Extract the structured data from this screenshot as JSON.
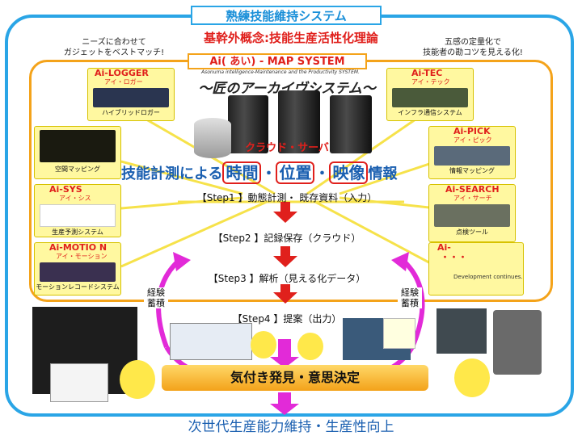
{
  "header": {
    "system_title": "熟練技能維持システム",
    "concept": "基幹外概念:技能生産活性化理論",
    "left_note_l1": "ニーズに合わせて",
    "left_note_l2": "ガジェットをベストマッチ!",
    "right_note_l1": "五感の定量化で",
    "right_note_l2": "技能者の勘コツを見える化!"
  },
  "map": {
    "title": "Ai( あい) - MAP SYSTEM",
    "subtitle": "Asonuma intelligence-Maintenance and the Productivity SYSTEM.",
    "archive": "〜匠のアーカイヴシステム〜",
    "cloud_label": "クラウド・サーバ"
  },
  "measure": {
    "prefix": "技能計測による",
    "word1": "時間",
    "word2": "位置",
    "word3": "映像",
    "sep": "・",
    "suffix": "情報"
  },
  "left_cards": [
    {
      "title": "Ai-LOGGER",
      "sub": "アイ・ロガー",
      "caption": "ハイブリッドロガー"
    },
    {
      "title": "",
      "sub": "",
      "caption": "空間マッピング"
    },
    {
      "title": "Ai-SYS",
      "sub": "アイ・シス",
      "caption": "生産予測システム"
    },
    {
      "title": "Ai-MOTIO N",
      "sub": "アイ・モーション",
      "caption": "モーションレコードシステム"
    }
  ],
  "right_cards": [
    {
      "title": "Ai-TEC",
      "sub": "アイ・テック",
      "caption": "インフラ通信システム"
    },
    {
      "title": "Ai-PICK",
      "sub": "アイ・ピック",
      "caption": "情報マッピング"
    },
    {
      "title": "Ai-SEARCH",
      "sub": "アイ・サーチ",
      "caption": "点検ツール"
    },
    {
      "title": "Ai-",
      "sub": "・・・",
      "caption": "Development continues."
    }
  ],
  "steps": [
    "【Step1 】動態計測・ 既存資料（入力）",
    "【Step2 】記録保存（クラウド）",
    "【Step3 】解析（見える化データ）",
    "【Step4 】提案（出力）"
  ],
  "experience_left_l1": "経験",
  "experience_left_l2": "蓄積",
  "experience_right_l1": "経験",
  "experience_right_l2": "蓄積",
  "decision": "気付き発見・意思決定",
  "bottom": "次世代生産能力維持・生産性向上",
  "colors": {
    "blue": "#2aa5e6",
    "orange": "#f4a31a",
    "red": "#e0201c",
    "magenta": "#e22ad8",
    "yellow_card": "#fff8a0"
  }
}
